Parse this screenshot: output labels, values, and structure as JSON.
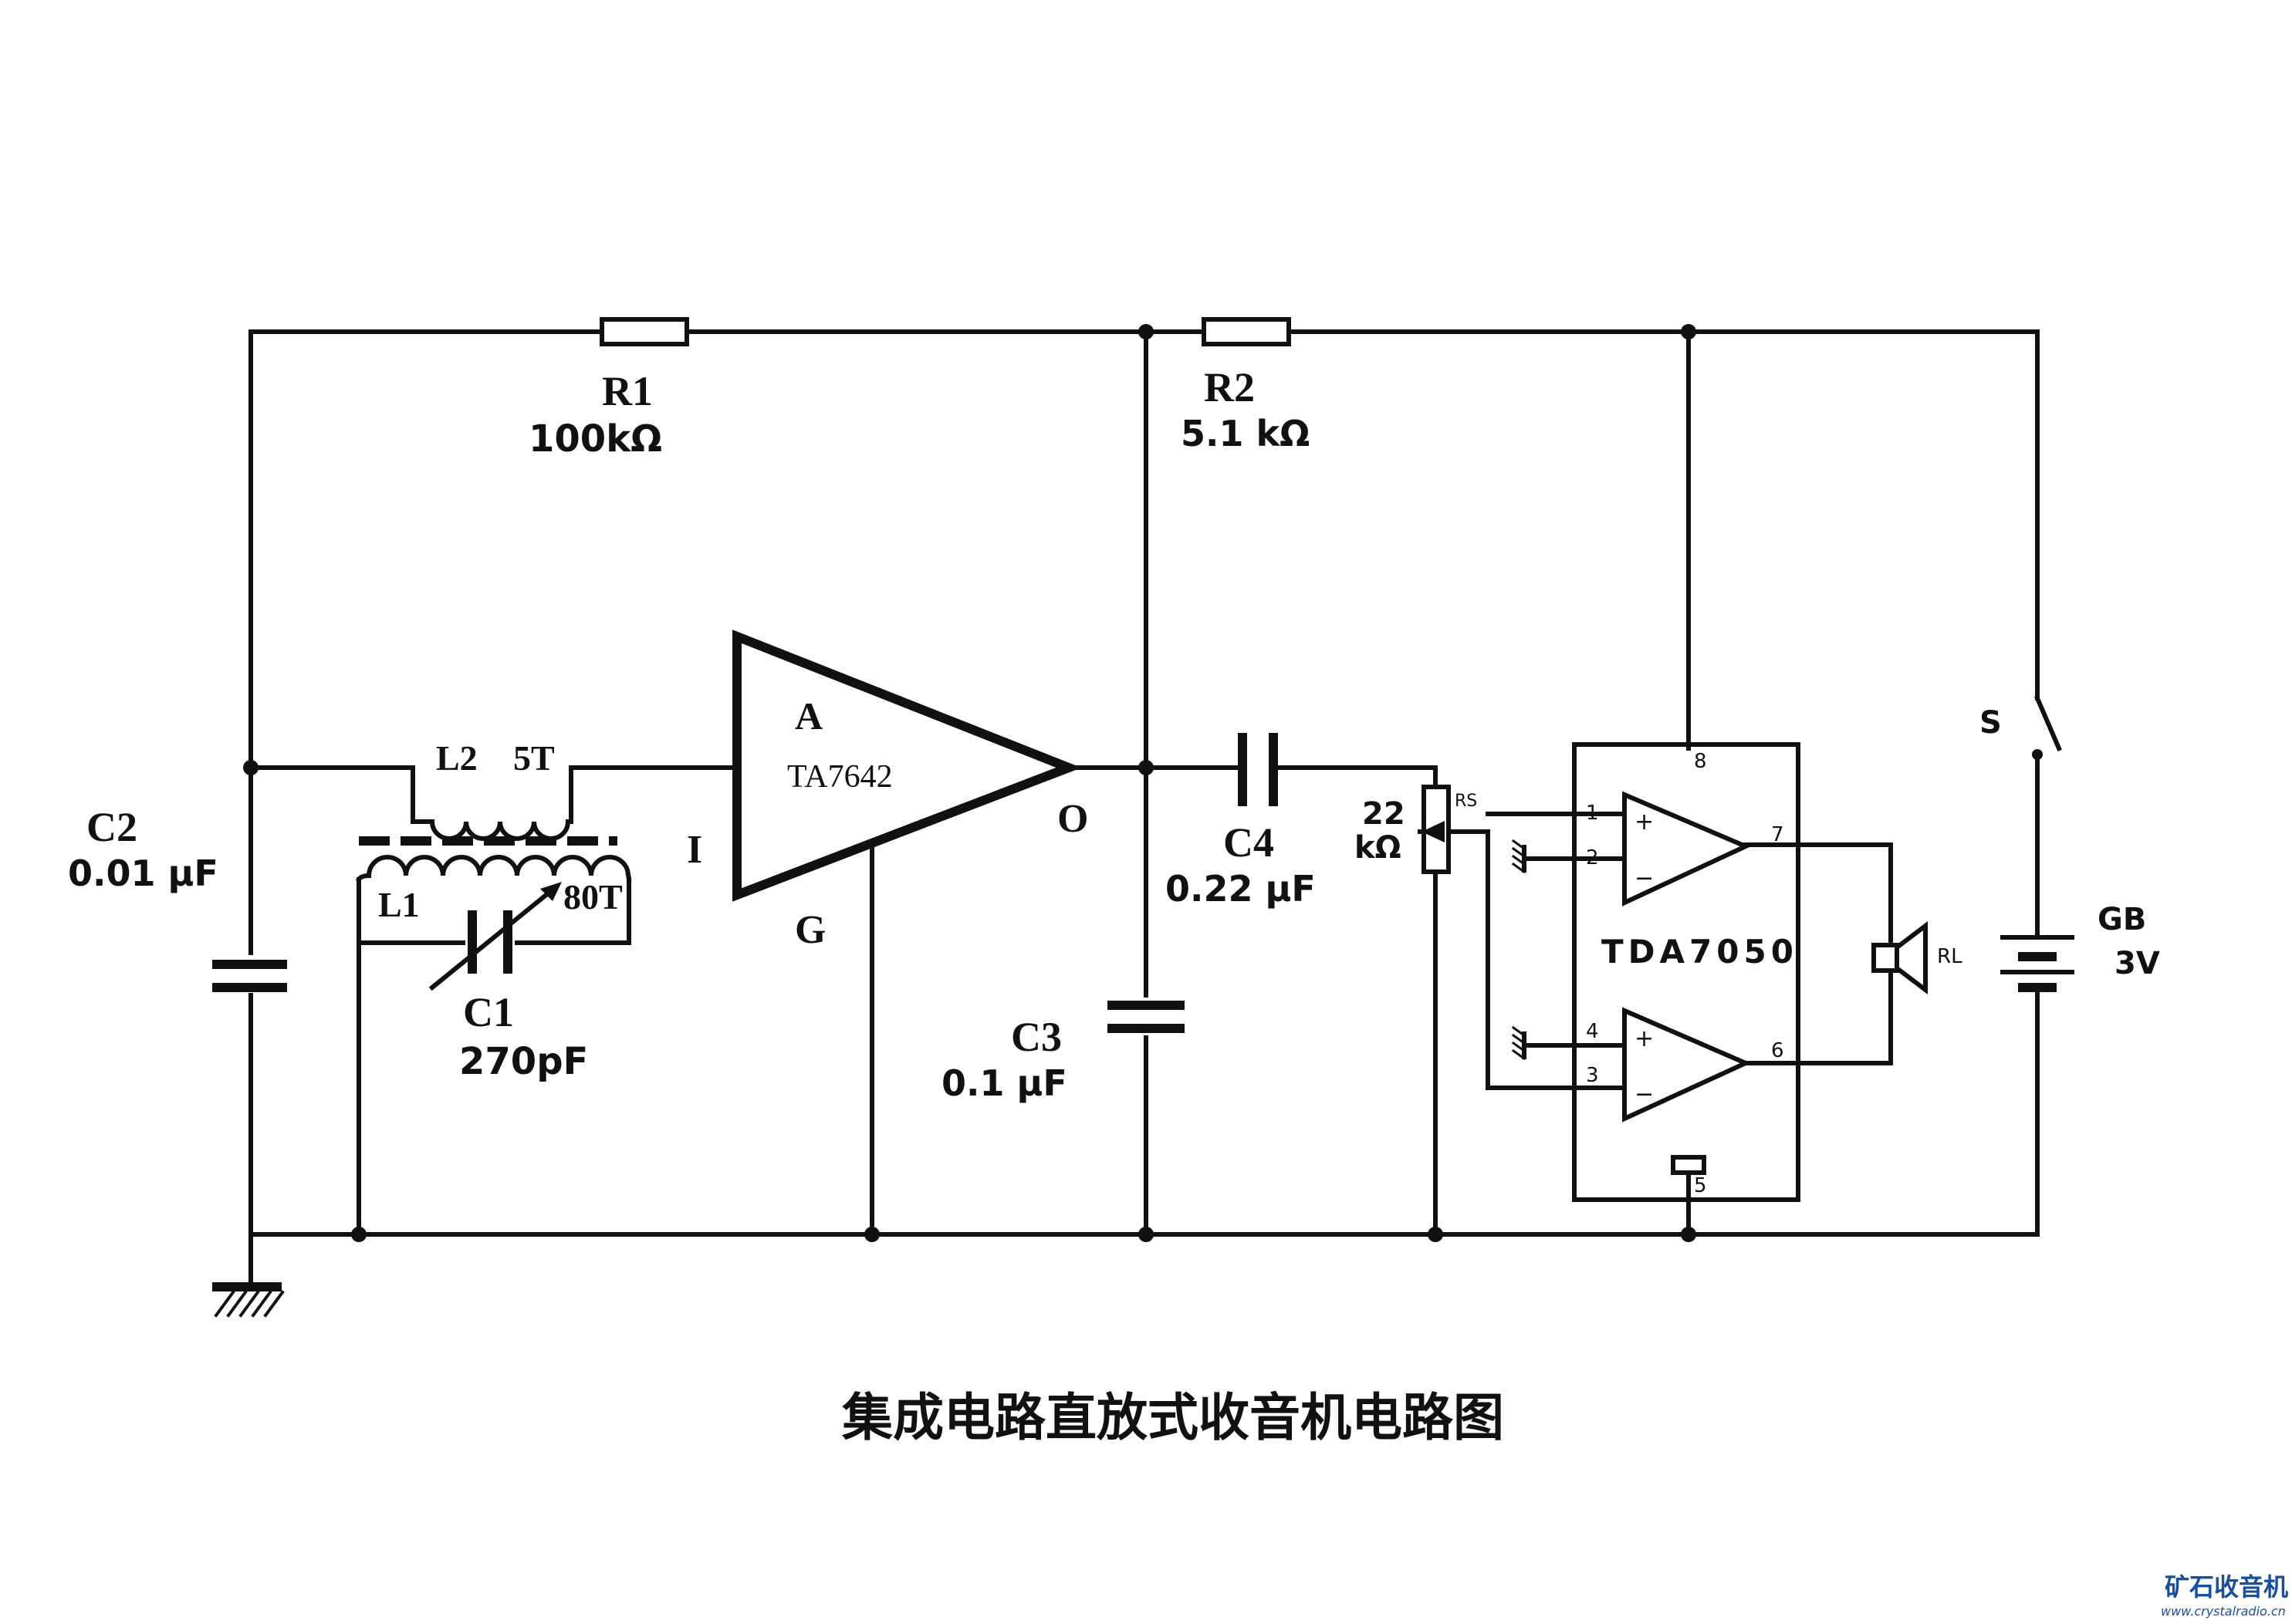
{
  "diagram": {
    "caption": "集成电路直放式收音机电路图",
    "components": {
      "r1": {
        "name": "R1",
        "value": "100kΩ"
      },
      "r2": {
        "name": "R2",
        "value": "5.1 kΩ"
      },
      "c1": {
        "name": "C1",
        "value": "270pF"
      },
      "c2": {
        "name": "C2",
        "value": "0.01 μF"
      },
      "c3": {
        "name": "C3",
        "value": "0.1 μF"
      },
      "c4": {
        "name": "C4",
        "value": "0.22 μF"
      },
      "l1": {
        "name": "L1",
        "turns": "80T"
      },
      "l2": {
        "name": "L2",
        "turns": "5T"
      },
      "ta7642": {
        "name": "TA7642",
        "pin_a": "A",
        "pin_i": "I",
        "pin_o": "O",
        "pin_g": "G"
      },
      "rs": {
        "name": "RS",
        "value_top": "22",
        "value_bottom": "kΩ"
      },
      "tda7050": {
        "name": "TDA7050",
        "pins": [
          "1",
          "2",
          "3",
          "4",
          "5",
          "6",
          "7",
          "8"
        ]
      },
      "speaker": {
        "name": "RL"
      },
      "switch": {
        "name": "S"
      },
      "battery": {
        "name": "GB",
        "value": "3V"
      }
    },
    "opamp_signs": {
      "plus": "+",
      "minus": "−"
    }
  },
  "watermark": {
    "text": "矿石收音机",
    "url": "www.crystalradio.cn",
    "color": "#1a4f9c"
  }
}
